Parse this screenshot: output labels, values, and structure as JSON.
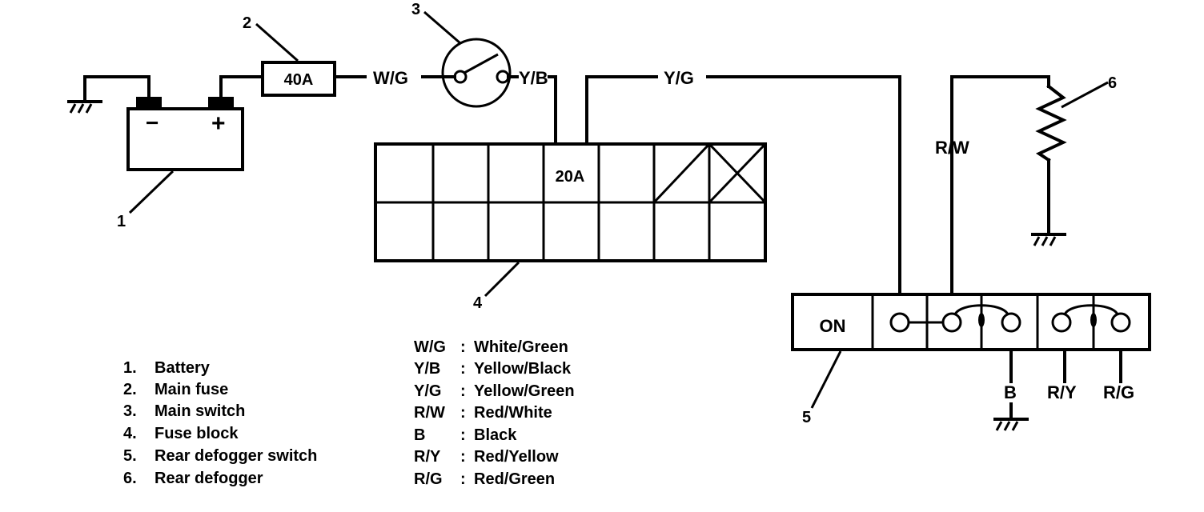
{
  "callouts": {
    "c1": "1",
    "c2": "2",
    "c3": "3",
    "c4": "4",
    "c5": "5",
    "c6": "6"
  },
  "components": {
    "battery": {
      "minus": "−",
      "plus": "+"
    },
    "main_fuse": {
      "rating": "40A"
    },
    "fuse_block": {
      "rating": "20A"
    },
    "defogger_switch": {
      "label": "ON"
    }
  },
  "wires": {
    "wg": "W/G",
    "yb": "Y/B",
    "yg": "Y/G",
    "rw": "R/W",
    "b": "B",
    "ry": "R/Y",
    "rg": "R/G"
  },
  "legend": [
    {
      "num": "1.",
      "text": "Battery"
    },
    {
      "num": "2.",
      "text": "Main fuse"
    },
    {
      "num": "3.",
      "text": "Main switch"
    },
    {
      "num": "4.",
      "text": "Fuse block"
    },
    {
      "num": "5.",
      "text": "Rear defogger switch"
    },
    {
      "num": "6.",
      "text": "Rear defogger"
    }
  ],
  "color_codes": [
    {
      "code": "W/G",
      "sep": ":",
      "meaning": "White/Green"
    },
    {
      "code": "Y/B",
      "sep": ":",
      "meaning": "Yellow/Black"
    },
    {
      "code": "Y/G",
      "sep": ":",
      "meaning": "Yellow/Green"
    },
    {
      "code": "R/W",
      "sep": ":",
      "meaning": "Red/White"
    },
    {
      "code": "B",
      "sep": ":",
      "meaning": "Black"
    },
    {
      "code": "R/Y",
      "sep": ":",
      "meaning": "Red/Yellow"
    },
    {
      "code": "R/G",
      "sep": ":",
      "meaning": "Red/Green"
    }
  ]
}
